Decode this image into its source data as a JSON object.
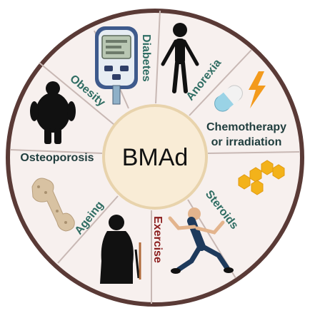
{
  "diagram": {
    "center_label": "BMAd",
    "segments": [
      {
        "key": "diabetes",
        "label": "Diabetes",
        "icon": "glucose-meter-icon"
      },
      {
        "key": "anorexia",
        "label": "Anorexia",
        "icon": "thin-person-icon"
      },
      {
        "key": "chemo",
        "label_line1": "Chemotherapy",
        "label_line2": "or irradiation",
        "icon": "pill-lightning-icon"
      },
      {
        "key": "steroids",
        "label": "Steroids",
        "icon": "hexagon-molecule-icon"
      },
      {
        "key": "exercise",
        "label": "Exercise",
        "icon": "running-person-icon"
      },
      {
        "key": "ageing",
        "label": "Ageing",
        "icon": "elderly-person-cane-icon"
      },
      {
        "key": "osteo",
        "label": "Osteoporosis",
        "icon": "bone-icon"
      },
      {
        "key": "obesity",
        "label": "Obesity",
        "icon": "obese-person-icon"
      }
    ],
    "colors": {
      "ring_fill": "#f7f0ee",
      "ring_border": "#5a3a36",
      "divider": "#c8b8b4",
      "hub_fill": "#f9ecd6",
      "hub_border": "#e8d3ac",
      "label_teal": "#2f6d63",
      "label_red": "#8a1c1c",
      "label_dark": "#1f3d3d",
      "pill_blue": "#9ad3e6",
      "pill_white": "#f2f2f2",
      "bolt_orange": "#f39a1c",
      "hex_yellow": "#f3b21a",
      "bone_tan": "#d8c2a2",
      "runner_skin": "#e3b48d",
      "runner_shirt": "#1e3a5c"
    }
  }
}
